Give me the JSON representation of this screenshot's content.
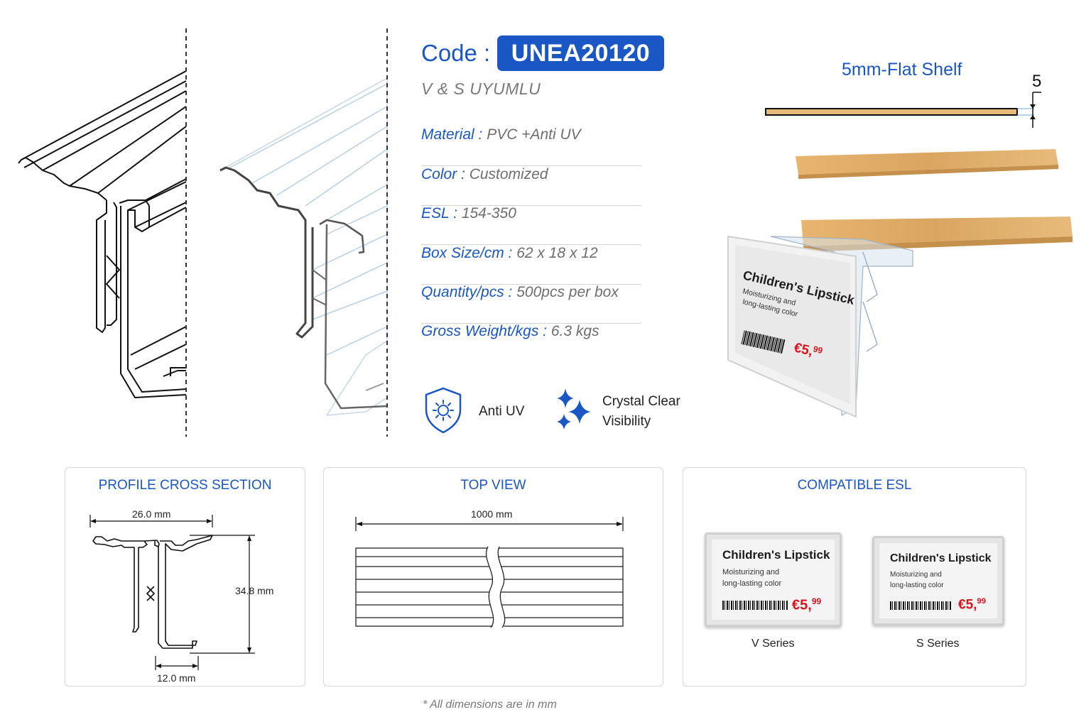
{
  "header": {
    "code_label": "Code :",
    "code_value": "UNEA20120",
    "subtitle": "V & S UYUMLU"
  },
  "specs": [
    {
      "key": "Material :",
      "value": "PVC +Anti UV"
    },
    {
      "key": "Color :",
      "value": "Customized"
    },
    {
      "key": "ESL :",
      "value": "154-350"
    },
    {
      "key": "Box Size/cm :",
      "value": "62 x 18 x 12"
    },
    {
      "key": "Quantity/pcs :",
      "value": "500pcs per box"
    },
    {
      "key": "Gross Weight/kgs :",
      "value": "6.3 kgs"
    }
  ],
  "features": [
    {
      "icon": "shield-sun-icon",
      "label": "Anti UV"
    },
    {
      "icon": "sparkle-icon",
      "label_line1": "Crystal Clear",
      "label_line2": "Visibility"
    }
  ],
  "shelf": {
    "title": "5mm-Flat Shelf",
    "dimension": "5"
  },
  "esl_label": {
    "title": "Children's Lipstick",
    "line1": "Moisturizing and",
    "line2": "long-lasting color",
    "price_main": "€5,",
    "price_cents": "99"
  },
  "panels": {
    "cross_section": {
      "title": "PROFILE CROSS SECTION",
      "width": "26.0 mm",
      "height": "34.8 mm",
      "bottom": "12.0 mm"
    },
    "top_view": {
      "title": "TOP VIEW",
      "length": "1000 mm"
    },
    "compatible": {
      "title": "COMPATIBLE ESL",
      "series": [
        "V Series",
        "S Series"
      ]
    }
  },
  "footnote": "* All dimensions are in mm",
  "colors": {
    "accent": "#1a56c4",
    "price": "#d8141c",
    "wood": "#e2b26e"
  }
}
